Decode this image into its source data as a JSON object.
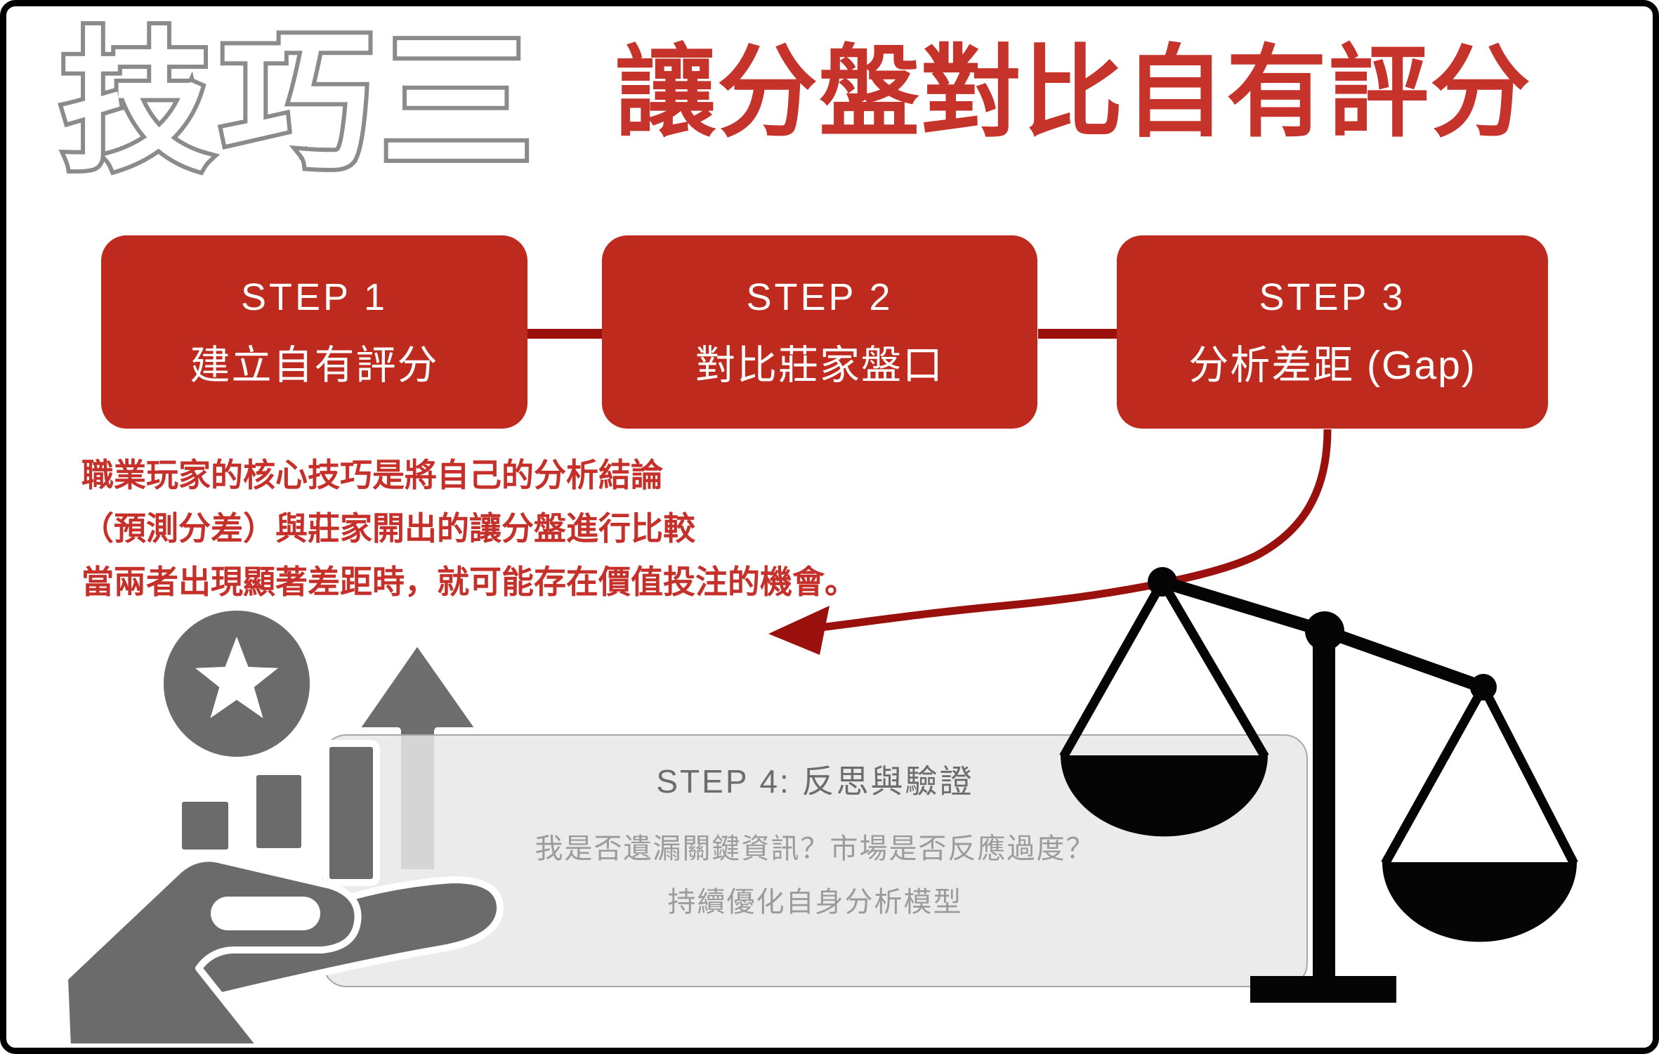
{
  "header": {
    "technique_label": "技巧三",
    "title": "讓分盤對比自有評分"
  },
  "steps": [
    {
      "label": "STEP 1",
      "text": "建立自有評分"
    },
    {
      "label": "STEP 2",
      "text": "對比莊家盤口"
    },
    {
      "label": "STEP 3",
      "text": "分析差距 (Gap)"
    }
  ],
  "description": {
    "line1": "職業玩家的核心技巧是將自己的分析結論",
    "line2": "（預測分差）與莊家開出的讓分盤進行比較",
    "line3": "當兩者出現顯著差距時，就可能存在價值投注的機會。"
  },
  "step4": {
    "title": "STEP 4: 反思與驗證",
    "line1": "我是否遺漏關鍵資訊？市場是否反應過度？",
    "line2": "持續優化自身分析模型"
  },
  "icons": {
    "growth_hand": "hand-holding-growth-chart-icon",
    "star": "star-badge-icon",
    "up_arrow": "growth-up-arrow-icon",
    "balance": "balance-scale-icon",
    "curved_arrow": "curved-flow-arrow-icon"
  },
  "colors": {
    "step_box_red": "#BE2B1E",
    "dark_red_connector": "#9A100C",
    "title_red": "#C5332B",
    "paragraph_red": "#C5312A",
    "icon_gray": "#6B6B6B",
    "panel_gray": "#E7E7E7",
    "outline_title_gray": "#8B8B8B",
    "scale_black": "#050505"
  }
}
